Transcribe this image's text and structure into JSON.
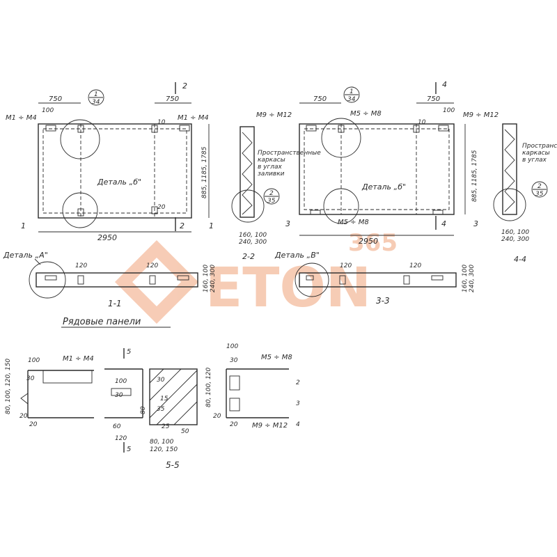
{
  "watermark": {
    "brand": "ETON",
    "number": "365",
    "color": "#f0a37a"
  },
  "top_left_panel": {
    "dim_left": "750",
    "dim_right": "750",
    "dim_100": "100",
    "label_left": "М1 ÷ М4",
    "label_right": "М1 ÷ М4",
    "circle_top": "1",
    "circle_bottom": "34",
    "detail": "Деталь „б\"",
    "dim_bottom": "2950",
    "heights": "885, 1185, 1785",
    "dim_10": "10",
    "dim_20": "20",
    "section_left": "1",
    "section_right": "1",
    "section_top": "2",
    "section_bottom": "2"
  },
  "top_right_panel": {
    "dim_left": "750",
    "dim_right": "750",
    "dim_100": "100",
    "label_left": "М9 ÷ М12",
    "label_mid": "М5 ÷ М8",
    "label_right": "М9 ÷ М12",
    "label_bottom": "М5 ÷ М8",
    "circle_top": "1",
    "circle_bottom": "34",
    "detail": "Деталь „б\"",
    "dim_bottom": "2950",
    "heights": "885, 1185, 1785",
    "dim_10": "10",
    "section_left": "3",
    "section_right": "3",
    "section_top": "4",
    "section_bottom": "4"
  },
  "side_2_2": {
    "note": [
      "Пространственные",
      "каркасы",
      "в углах",
      "заливки"
    ],
    "circle_top": "2",
    "circle_bottom": "35",
    "dims": [
      "160, 100",
      "240, 300"
    ],
    "label": "2-2"
  },
  "side_4_4": {
    "note": [
      "Пространственные",
      "каркасы",
      "в углах"
    ],
    "circle_top": "2",
    "circle_bottom": "35",
    "dims": [
      "160, 100",
      "240, 300"
    ],
    "label": "4-4"
  },
  "section_1_1": {
    "detail": "Деталь „А\"",
    "dim": "120",
    "dim2": "120",
    "dims_right": [
      "160, 100",
      "240, 300"
    ],
    "label": "1-1"
  },
  "section_3_3": {
    "detail": "Деталь „В\"",
    "dim": "120",
    "dim2": "120",
    "dims_right": [
      "160, 100",
      "240, 300"
    ],
    "label": "3-3"
  },
  "caption": "Рядовые панели",
  "detail_a": {
    "dim_100": "100",
    "label": "М1 ÷ М4",
    "dim_30": "30",
    "stack": "80, 100, 120, 150",
    "dim_20a": "20",
    "dim_20b": "20"
  },
  "detail_b": {
    "sec_top": "5",
    "sec_bottom": "5",
    "dim_100": "100",
    "dim_30": "30",
    "dim_60": "60",
    "dim_120": "120",
    "dim_80": "80"
  },
  "section_5_5": {
    "dims": [
      "30",
      "15",
      "25",
      "50",
      "35"
    ],
    "bottom": [
      "80, 100",
      "120, 150"
    ],
    "label": "5-5"
  },
  "detail_c": {
    "dim_100": "100",
    "dim_30": "30",
    "label_top": "М5 ÷ М8",
    "label_bottom": "М9 ÷ М12",
    "stack": "80, 100, 120",
    "dim_20a": "20",
    "dim_20b": "20",
    "row_labels": [
      "2",
      "3",
      "4"
    ]
  }
}
